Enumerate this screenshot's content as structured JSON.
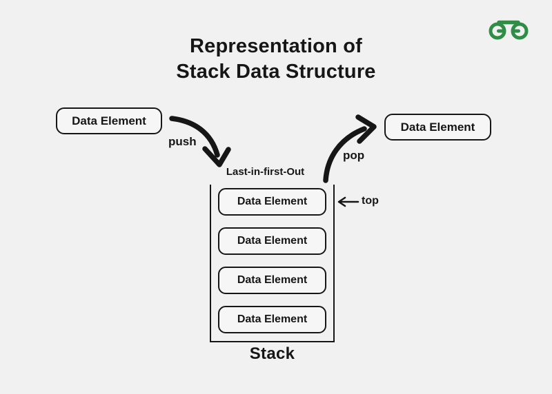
{
  "page": {
    "background_color": "#f1f1f1",
    "ink_color": "#161616"
  },
  "header": {
    "title_line1": "Representation of",
    "title_line2": "Stack Data Structure",
    "logo": {
      "name": "GeeksforGeeks",
      "color": "#2f8d46"
    }
  },
  "diagram": {
    "push_source_box": {
      "label": "Data Element"
    },
    "pop_target_box": {
      "label": "Data Element"
    },
    "push_arrow_label": "push",
    "pop_arrow_label": "pop",
    "lifo_caption": "Last-in-first-Out",
    "top_pointer_label": "top",
    "stack_caption": "Stack",
    "stack_items": [
      {
        "label": "Data Element"
      },
      {
        "label": "Data Element"
      },
      {
        "label": "Data Element"
      },
      {
        "label": "Data Element"
      }
    ]
  }
}
